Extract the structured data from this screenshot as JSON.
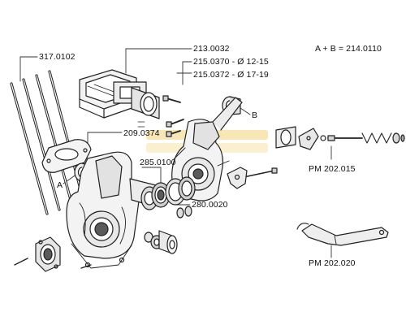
{
  "colors": {
    "line": "#222222",
    "leader": "#333333",
    "fill_light": "#ececec",
    "fill_mid": "#cfcfcf",
    "fill_dark": "#5a5a5a",
    "watermark": "#f3d27a"
  },
  "labels": {
    "p317": "317.0102",
    "p213": "213.0032",
    "p215a": "215.0370 - Ø 12-15",
    "p215b": "215.0372 - Ø 17-19",
    "p209": "209.0374",
    "p285": "285.0100",
    "p280": "280.0020",
    "a": "A",
    "b": "B",
    "ab": "A + B = 214.0110",
    "pm015": "PM 202.015",
    "pm020": "PM 202.020"
  },
  "watermark_icon": "sip-logo-watermark"
}
